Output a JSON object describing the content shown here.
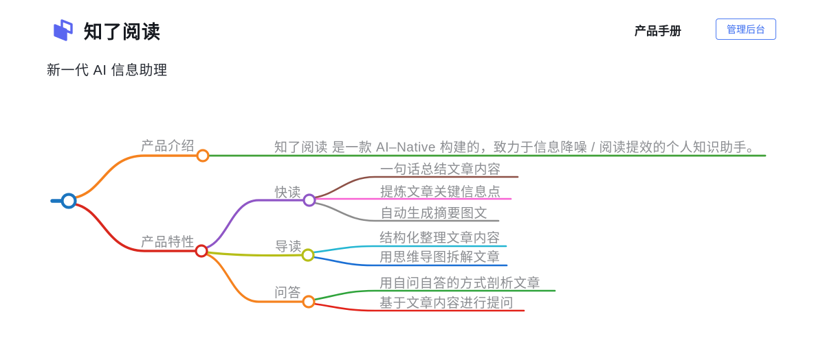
{
  "brand": {
    "name": "知了阅读"
  },
  "header": {
    "manual_link": "产品手册",
    "admin_button": "管理后台"
  },
  "tagline": "新一代 AI 信息助理",
  "mindmap": {
    "branches": [
      {
        "label": "产品介绍",
        "children": [
          {
            "label": "知了阅读 是一款 AI–Native 构建的，致力于信息降噪 / 阅读提效的个人知识助手。"
          }
        ]
      },
      {
        "label": "产品特性",
        "children": [
          {
            "label": "快读",
            "children": [
              {
                "label": "一句话总结文章内容"
              },
              {
                "label": "提炼文章关键信息点"
              },
              {
                "label": "自动生成摘要图文"
              }
            ]
          },
          {
            "label": "导读",
            "children": [
              {
                "label": "结构化整理文章内容"
              },
              {
                "label": "用思维导图拆解文章"
              }
            ]
          },
          {
            "label": "问答",
            "children": [
              {
                "label": "用自问自答的方式剖析文章"
              },
              {
                "label": "基于文章内容进行提问"
              }
            ]
          }
        ]
      }
    ],
    "colors": {
      "root": "#1b75bf",
      "intro": "#f5821f",
      "intro_desc": "#3fa037",
      "feature": "#d9281e",
      "quick": "#8f56c6",
      "quick_summary": "#8d5147",
      "quick_keypoints": "#f863d4",
      "quick_abstract": "#8c8c8c",
      "guide": "#b6be18",
      "guide_structure": "#25b6d2",
      "guide_mindmap": "#1a6fd4",
      "qa": "#f5821f",
      "qa_selfask": "#2fa33b",
      "qa_ask": "#e2231a",
      "label_text": "#8b8d91"
    }
  },
  "theme": {
    "accent_blue": "#3a6cf0",
    "button_border": "#4d7bf2",
    "logo_blue": "#5a66f0",
    "title_color": "#16191f"
  }
}
